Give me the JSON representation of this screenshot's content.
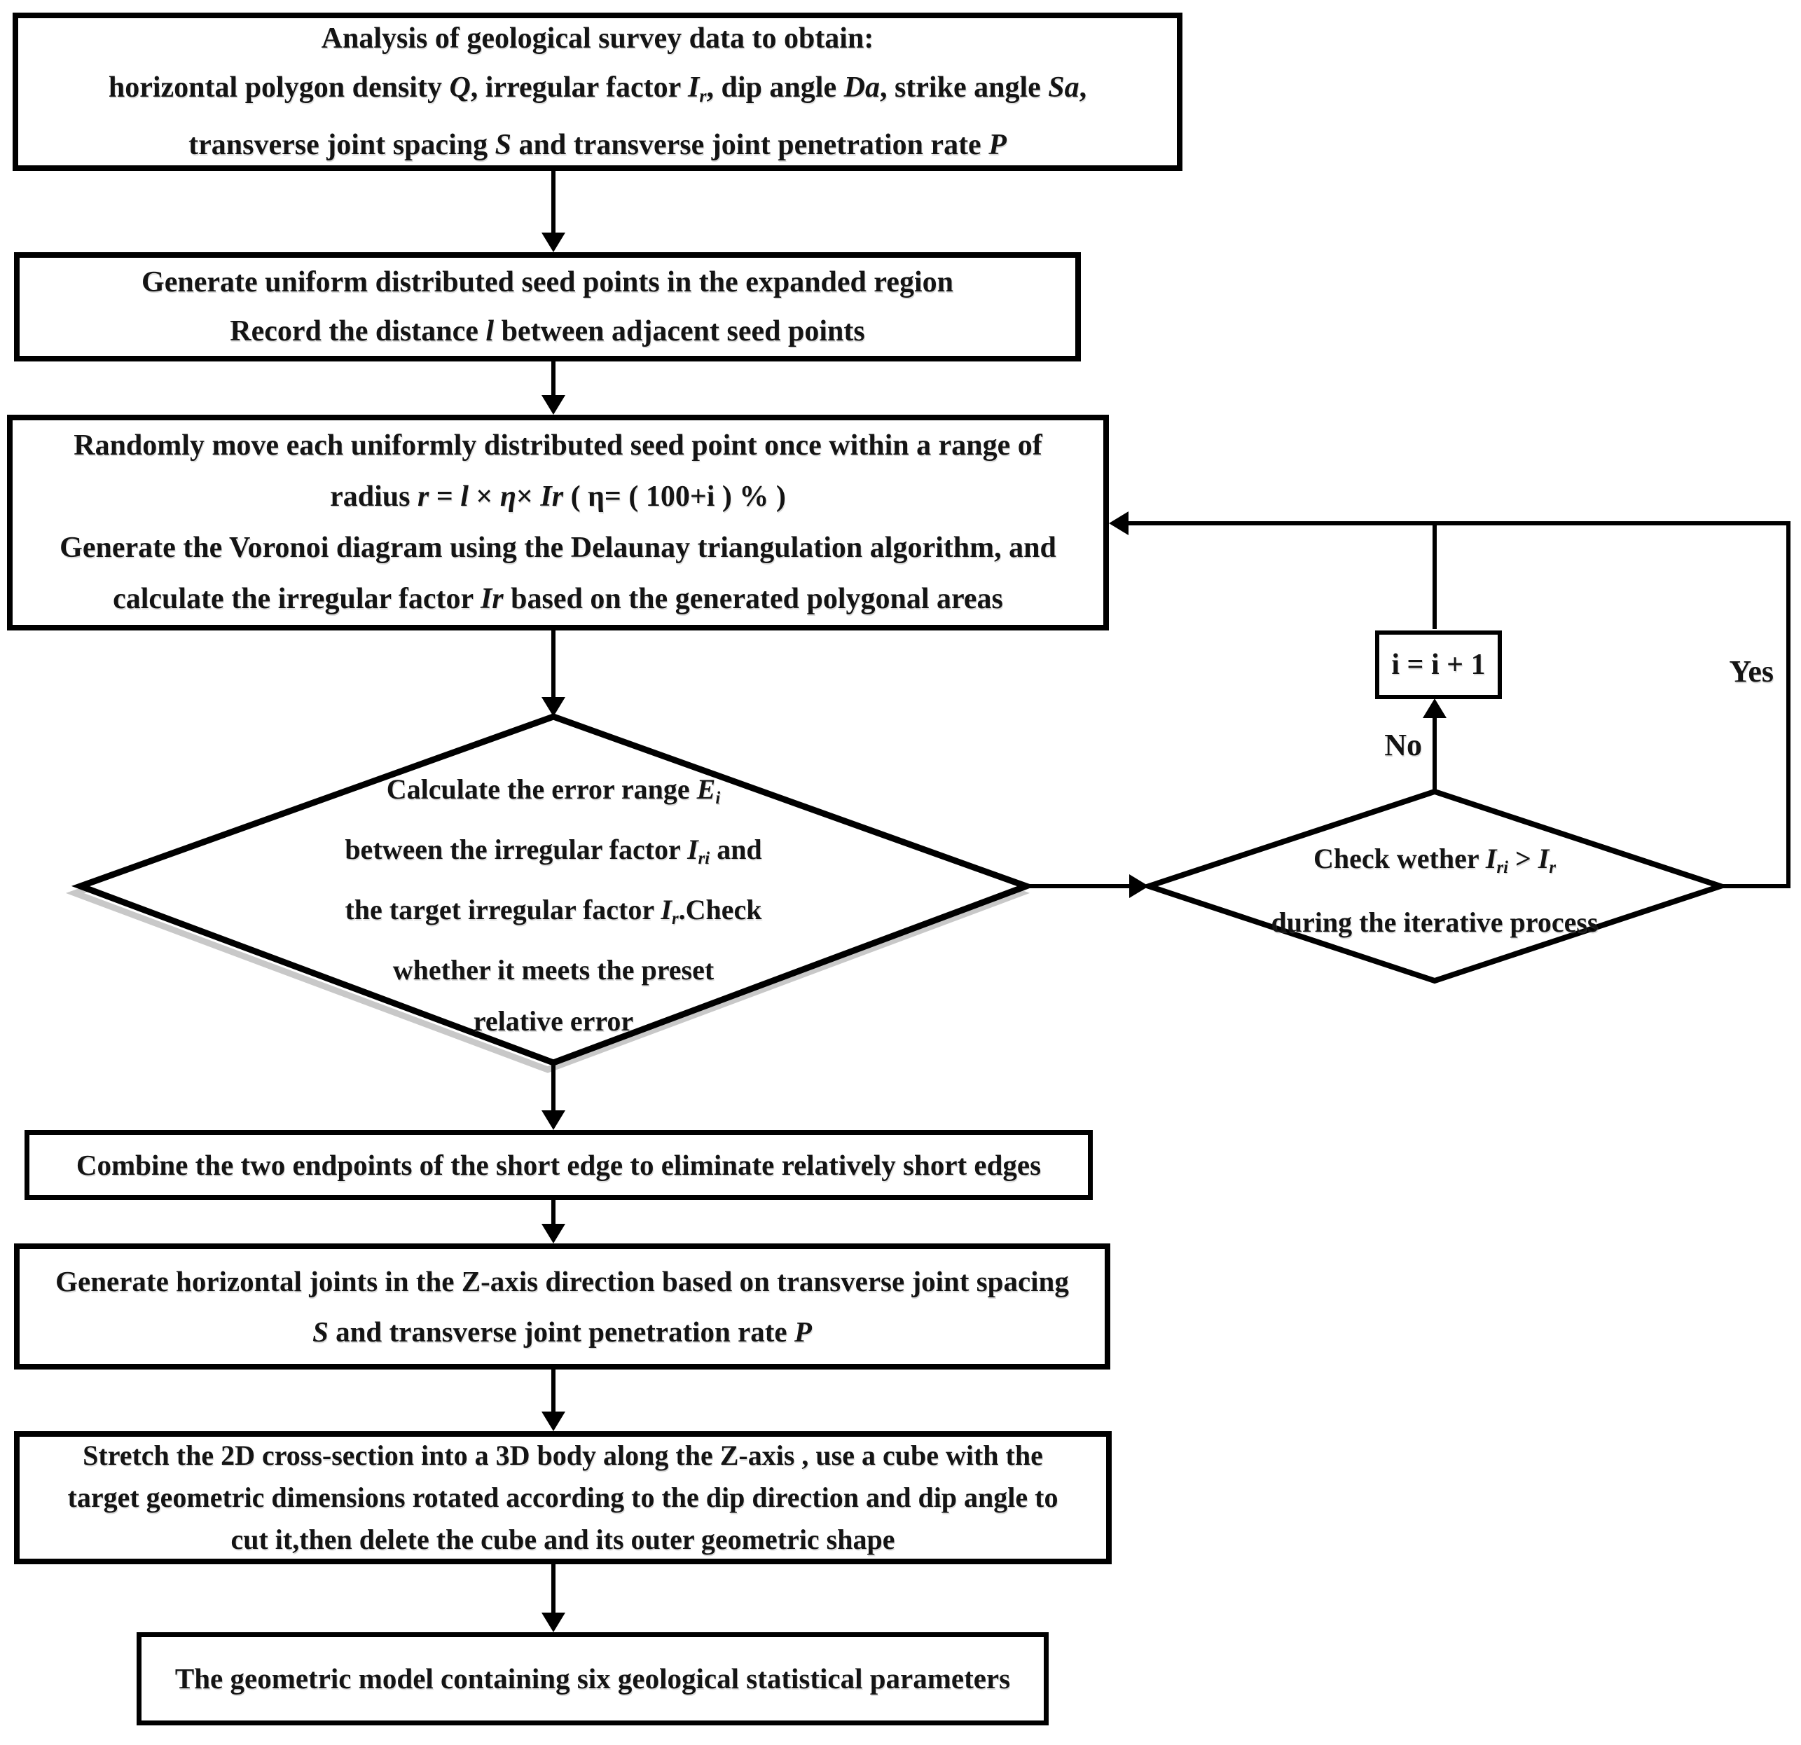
{
  "figure": {
    "kind": "flowchart",
    "colors": {
      "ink": "#141414",
      "line": "#000000",
      "box_fill": "#ffffff",
      "diamond_shadow": "#c8c8c8"
    },
    "labels": {
      "no": "No",
      "yes": "Yes"
    },
    "boxes": {
      "box1": {
        "lines": [
          [
            {
              "t": "Analysis of geological survey data to obtain:"
            }
          ],
          [
            {
              "t": "horizontal polygon density "
            },
            {
              "t": "Q",
              "s": "it"
            },
            {
              "t": ", irregular factor "
            },
            {
              "t": "I",
              "s": "it"
            },
            {
              "t": "r",
              "s": "itsub"
            },
            {
              "t": ", dip angle "
            },
            {
              "t": "Da",
              "s": "it"
            },
            {
              "t": ", strike angle "
            },
            {
              "t": "Sa",
              "s": "it"
            },
            {
              "t": ","
            }
          ],
          [
            {
              "t": "transverse joint spacing "
            },
            {
              "t": "S",
              "s": "it"
            },
            {
              "t": " and transverse joint penetration rate "
            },
            {
              "t": "P",
              "s": "it"
            }
          ]
        ]
      },
      "box2": {
        "lines": [
          [
            {
              "t": "Generate uniform distributed seed points in the expanded region"
            }
          ],
          [
            {
              "t": "Record the distance "
            },
            {
              "t": "l",
              "s": "it"
            },
            {
              "t": " between adjacent seed points"
            }
          ]
        ]
      },
      "box3": {
        "lines": [
          [
            {
              "t": "Randomly move each uniformly distributed seed point once within a range of"
            }
          ],
          [
            {
              "t": "radius "
            },
            {
              "t": "r",
              "s": "it"
            },
            {
              "t": " = "
            },
            {
              "t": "l",
              "s": "it"
            },
            {
              "t": " × "
            },
            {
              "t": "η",
              "s": "it"
            },
            {
              "t": "× "
            },
            {
              "t": "Ir",
              "s": "it"
            },
            {
              "t": " ( η= ( 100+i ) % )"
            }
          ],
          [
            {
              "t": "Generate the Voronoi diagram using the Delaunay triangulation algorithm, and"
            }
          ],
          [
            {
              "t": "calculate the irregular factor "
            },
            {
              "t": "Ir",
              "s": "it"
            },
            {
              "t": " based on the generated polygonal areas"
            }
          ]
        ]
      },
      "diamond1": {
        "lines": [
          [
            {
              "t": "Calculate the error range "
            },
            {
              "t": "E",
              "s": "it"
            },
            {
              "t": "i",
              "s": "itsub"
            }
          ],
          [
            {
              "t": "between the irregular factor "
            },
            {
              "t": "I",
              "s": "it"
            },
            {
              "t": "ri",
              "s": "itsub"
            },
            {
              "t": " and"
            }
          ],
          [
            {
              "t": "the target irregular factor "
            },
            {
              "t": "I",
              "s": "it"
            },
            {
              "t": "r",
              "s": "itsub"
            },
            {
              "t": ".Check"
            }
          ],
          [
            {
              "t": "whether it meets the preset"
            }
          ],
          [
            {
              "t": "relative error"
            }
          ]
        ]
      },
      "diamond2": {
        "lines": [
          [
            {
              "t": "Check wether "
            },
            {
              "t": "I",
              "s": "it"
            },
            {
              "t": "ri",
              "s": "itsub"
            },
            {
              "t": " > "
            },
            {
              "t": "I",
              "s": "it"
            },
            {
              "t": "r",
              "s": "itsub"
            }
          ],
          [
            {
              "t": "during the iterative process"
            }
          ]
        ]
      },
      "ibox": {
        "lines": [
          [
            {
              "t": "i = i + 1"
            }
          ]
        ]
      },
      "box4": {
        "lines": [
          [
            {
              "t": "Combine the two endpoints of the short edge to eliminate relatively short edges"
            }
          ]
        ]
      },
      "box5": {
        "lines": [
          [
            {
              "t": "Generate horizontal joints in the Z-axis direction based on transverse joint spacing"
            }
          ],
          [
            {
              "t": "S",
              "s": "it"
            },
            {
              "t": " and transverse joint penetration rate "
            },
            {
              "t": "P",
              "s": "it"
            }
          ]
        ]
      },
      "box6": {
        "lines": [
          [
            {
              "t": "Stretch the 2D cross-section into a 3D body along the Z-axis , use a cube with the"
            }
          ],
          [
            {
              "t": "target geometric dimensions rotated according to the dip direction and dip angle to"
            }
          ],
          [
            {
              "t": "cut it,then delete the cube and its outer geometric shape"
            }
          ]
        ]
      },
      "box7": {
        "lines": [
          [
            {
              "t": "The geometric model containing six geological statistical parameters"
            }
          ]
        ]
      }
    }
  }
}
